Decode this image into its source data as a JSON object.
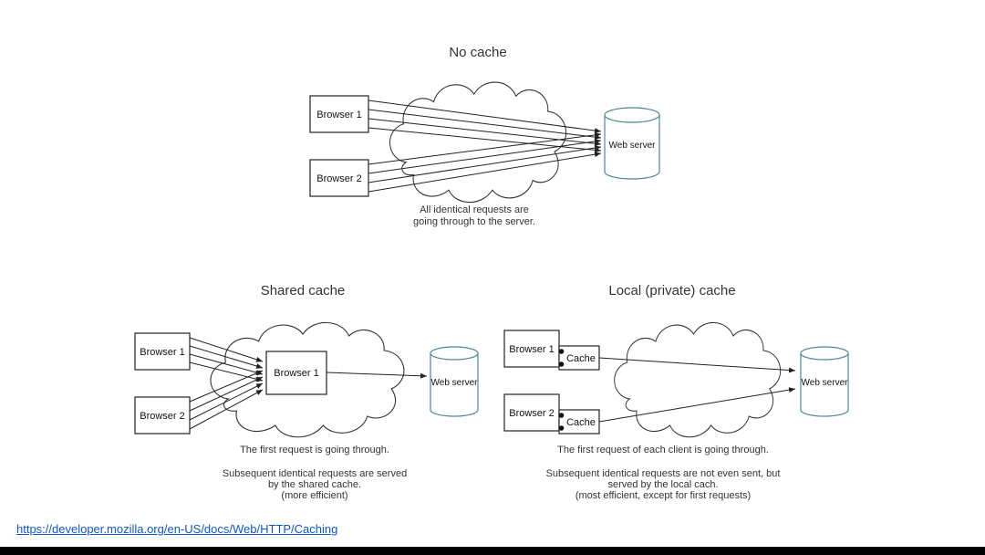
{
  "colors": {
    "link": "#1155cc",
    "cylinder": "#4a8896",
    "line": "#222222"
  },
  "diagrams": {
    "no_cache": {
      "title": "No cache",
      "boxes": {
        "browser1": "Browser 1",
        "browser2": "Browser 2",
        "server": "Web server"
      },
      "caption": [
        "All identical requests are",
        "going through to the server."
      ]
    },
    "shared_cache": {
      "title": "Shared cache",
      "boxes": {
        "browser1": "Browser 1",
        "browser2": "Browser 2",
        "cache": "Browser 1",
        "server": "Web server"
      },
      "caption1": [
        "The first request is going through."
      ],
      "caption2": [
        "Subsequent identical requests are served",
        "by the shared cache.",
        "(more efficient)"
      ]
    },
    "local_cache": {
      "title": "Local (private) cache",
      "boxes": {
        "browser1": "Browser 1",
        "browser2": "Browser 2",
        "cache1": "Cache",
        "cache2": "Cache",
        "server": "Web server"
      },
      "caption1": [
        "The first request of each client is going through."
      ],
      "caption2": [
        "Subsequent identical requests are not even sent, but",
        "served by the local cach.",
        "(most efficient, except for first requests)"
      ]
    }
  },
  "footer": {
    "link": "https://developer.mozilla.org/en-US/docs/Web/HTTP/Caching"
  }
}
